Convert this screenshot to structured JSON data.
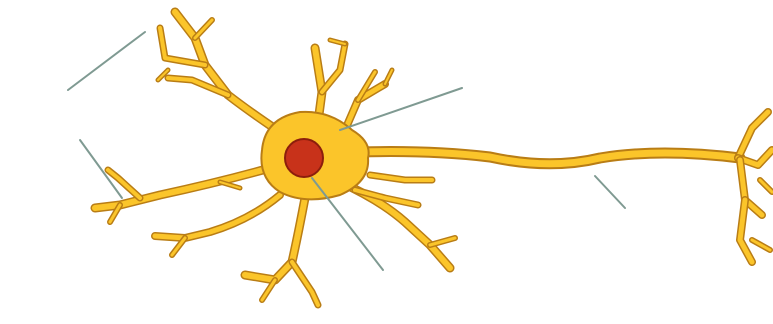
{
  "diagram": {
    "subject": "neuron",
    "parts": [
      "dendrites",
      "cell-body",
      "nucleus",
      "axon",
      "axon-terminals"
    ],
    "labels": [],
    "leader_line_count": 5
  },
  "colors": {
    "background": "#ffffff",
    "cell_fill": "#fbc52a",
    "cell_outline": "#b97d15",
    "nucleus_fill": "#c8321a",
    "nucleus_outline": "#8c1e0c",
    "leader_line": "#7f9a92"
  }
}
